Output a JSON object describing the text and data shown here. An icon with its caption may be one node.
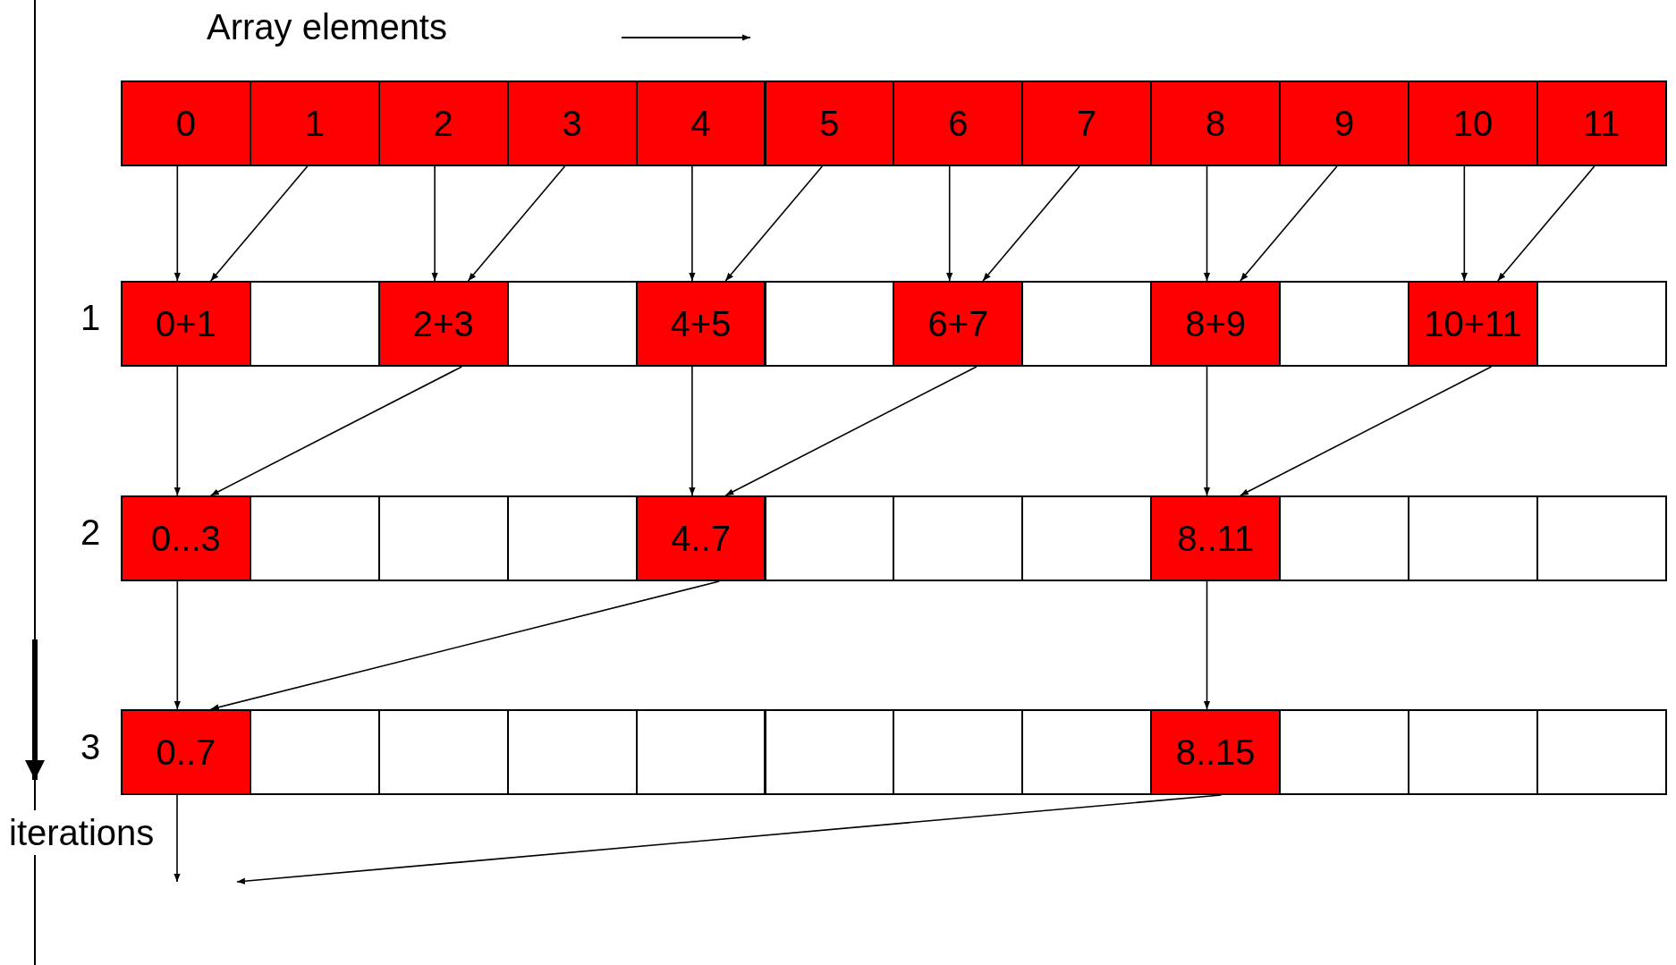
{
  "diagram": {
    "nodes": [
      {
        "text": [
          "0"
        ]
      },
      {
        "text": [
          "1"
        ]
      },
      {
        "text": [
          "2"
        ]
      },
      {
        "text": [
          "3"
        ]
      },
      {
        "text": [
          "4"
        ]
      },
      {
        "text": [
          "5"
        ]
      },
      {
        "text": [
          "6"
        ]
      },
      {
        "text": [
          "7"
        ]
      },
      {
        "text": [
          "8"
        ]
      },
      {
        "text": [
          "9"
        ]
      },
      {
        "text": [
          "10"
        ]
      },
      {
        "text": [
          "11"
        ]
      },
      {
        "text": [
          "0+1"
        ]
      },
      {
        "text": [],
        "shape": "box"
      },
      {
        "text": [
          "2+3"
        ]
      },
      {
        "text": [],
        "shape": "box"
      },
      {
        "text": [
          "4+5"
        ]
      },
      {
        "text": [],
        "shape": "box"
      },
      {
        "text": [
          "6+7"
        ]
      },
      {
        "text": [],
        "shape": "box"
      },
      {
        "text": [
          "8+9"
        ]
      },
      {
        "text": [],
        "shape": "box"
      },
      {
        "text": [
          "10+11"
        ]
      },
      {
        "text": [],
        "shape": "box"
      },
      {
        "text": [
          "0...3"
        ]
      },
      {
        "text": [],
        "shape": "box"
      },
      {
        "text": [],
        "shape": "box"
      },
      {
        "text": [],
        "shape": "box"
      },
      {
        "text": [
          "4..7"
        ]
      },
      {
        "text": [],
        "shape": "box"
      },
      {
        "text": [],
        "shape": "box"
      },
      {
        "text": [],
        "shape": "box"
      },
      {
        "text": [
          "8..11"
        ]
      },
      {
        "text": [],
        "shape": "box"
      },
      {
        "text": [],
        "shape": "box"
      },
      {
        "text": [],
        "shape": "box"
      },
      {
        "text": [
          "0..7"
        ]
      },
      {
        "text": [],
        "shape": "box"
      },
      {
        "text": [],
        "shape": "box"
      },
      {
        "text": [],
        "shape": "box"
      },
      {
        "text": [],
        "shape": "box"
      },
      {
        "text": [],
        "shape": "box"
      },
      {
        "text": [],
        "shape": "box"
      },
      {
        "text": [],
        "shape": "box"
      },
      {
        "text": [
          "8..15"
        ]
      },
      {
        "text": [],
        "shape": "box"
      },
      {
        "text": [],
        "shape": "box"
      },
      {
        "text": [],
        "shape": "box"
      }
    ],
    "edges": [
      {
        "from": 0,
        "to": 12,
        "arrow": "to"
      },
      {
        "from": 1,
        "to": 12,
        "arrow": "to"
      },
      {
        "from": 2,
        "to": 14,
        "arrow": "to"
      },
      {
        "from": 3,
        "to": 14,
        "arrow": "to"
      },
      {
        "from": 4,
        "to": 16,
        "arrow": "to"
      },
      {
        "from": 5,
        "to": 16,
        "arrow": "to"
      },
      {
        "from": 6,
        "to": 18,
        "arrow": "to"
      },
      {
        "from": 7,
        "to": 18,
        "arrow": "to"
      },
      {
        "from": 8,
        "to": 20,
        "arrow": "to"
      },
      {
        "from": 9,
        "to": 20,
        "arrow": "to"
      },
      {
        "from": 10,
        "to": 22,
        "arrow": "to"
      },
      {
        "from": 11,
        "to": 22,
        "arrow": "to"
      },
      {
        "from": 12,
        "to": 24,
        "arrow": "to"
      },
      {
        "from": 14,
        "to": 24,
        "arrow": "to"
      },
      {
        "from": 16,
        "to": 28,
        "arrow": "to"
      },
      {
        "from": 18,
        "to": 28,
        "arrow": "to"
      },
      {
        "from": 20,
        "to": 32,
        "arrow": "to"
      },
      {
        "from": 22,
        "to": 32,
        "arrow": "to"
      },
      {
        "from": 24,
        "to": 36,
        "arrow": "to"
      },
      {
        "from": 28,
        "to": 36,
        "arrow": "to"
      },
      {
        "from": 32,
        "to": 44,
        "arrow": "to"
      },
      {
        "from": 36,
        "to": null,
        "arrow": "to"
      },
      {
        "from": 44,
        "to": null,
        "arrow": "to"
      }
    ],
    "labels": [
      "Array elements",
      "1",
      "2",
      "3",
      "iterations"
    ]
  }
}
